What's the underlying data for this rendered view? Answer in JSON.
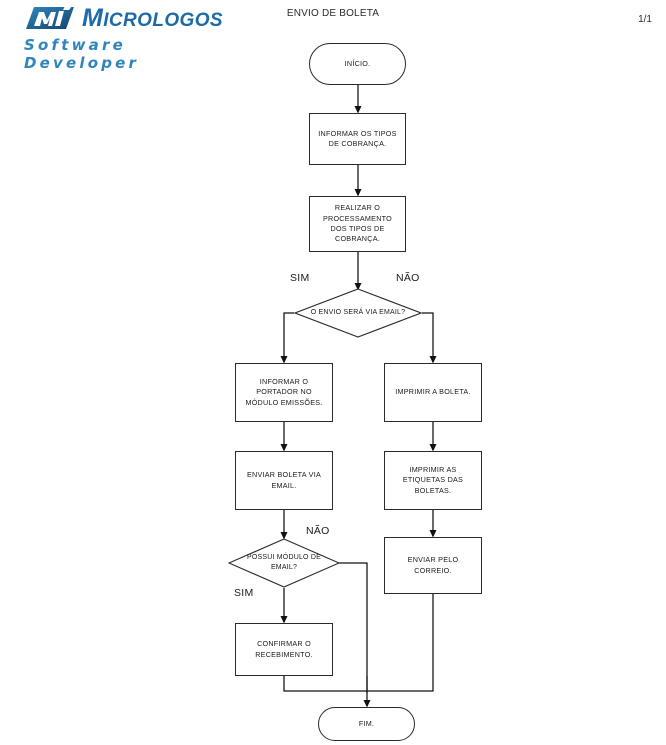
{
  "document": {
    "title": "ENVIO DE BOLETA",
    "page_number": "1/1"
  },
  "logo": {
    "brand_main": "M",
    "brand_rest": "ICROLOGOS",
    "tagline": "Software Developer",
    "color_primary": "#1c6aa8",
    "color_secondary": "#2f86bd"
  },
  "flowchart": {
    "type": "flowchart",
    "orientation": "top-down",
    "nodes": [
      {
        "id": "start",
        "shape": "terminator",
        "text": "INÍCIO."
      },
      {
        "id": "informar",
        "shape": "process",
        "text": "INFORMAR OS TIPOS DE COBRANÇA."
      },
      {
        "id": "realizar",
        "shape": "process",
        "text": "REALIZAR O PROCESSAMENTO DOS TIPOS DE COBRANÇA."
      },
      {
        "id": "envio-email",
        "shape": "decision",
        "text": "O ENVIO SERÁ VIA EMAIL?"
      },
      {
        "id": "portador",
        "shape": "process",
        "text": "INFORMAR O PORTADOR NO MÓDULO EMISSÕES."
      },
      {
        "id": "imprimir",
        "shape": "process",
        "text": "IMPRIMIR A BOLETA."
      },
      {
        "id": "enviar-email",
        "shape": "process",
        "text": "ENVIAR BOLETA VIA EMAIL."
      },
      {
        "id": "etiquetas",
        "shape": "process",
        "text": "IMPRIMIR AS ETIQUETAS DAS BOLETAS."
      },
      {
        "id": "possui",
        "shape": "decision",
        "text": "POSSUI MÓDULO DE EMAIL?"
      },
      {
        "id": "correio",
        "shape": "process",
        "text": "ENVIAR PELO CORREIO."
      },
      {
        "id": "confirmar",
        "shape": "process",
        "text": "CONFIRMAR O RECEBIMENTO."
      },
      {
        "id": "end",
        "shape": "terminator",
        "text": "FIM."
      }
    ],
    "edge_labels": [
      {
        "id": "sim-1",
        "text": "SIM"
      },
      {
        "id": "nao-1",
        "text": "NÃO"
      },
      {
        "id": "nao-2",
        "text": "NÃO"
      },
      {
        "id": "sim-2",
        "text": "SIM"
      }
    ]
  }
}
